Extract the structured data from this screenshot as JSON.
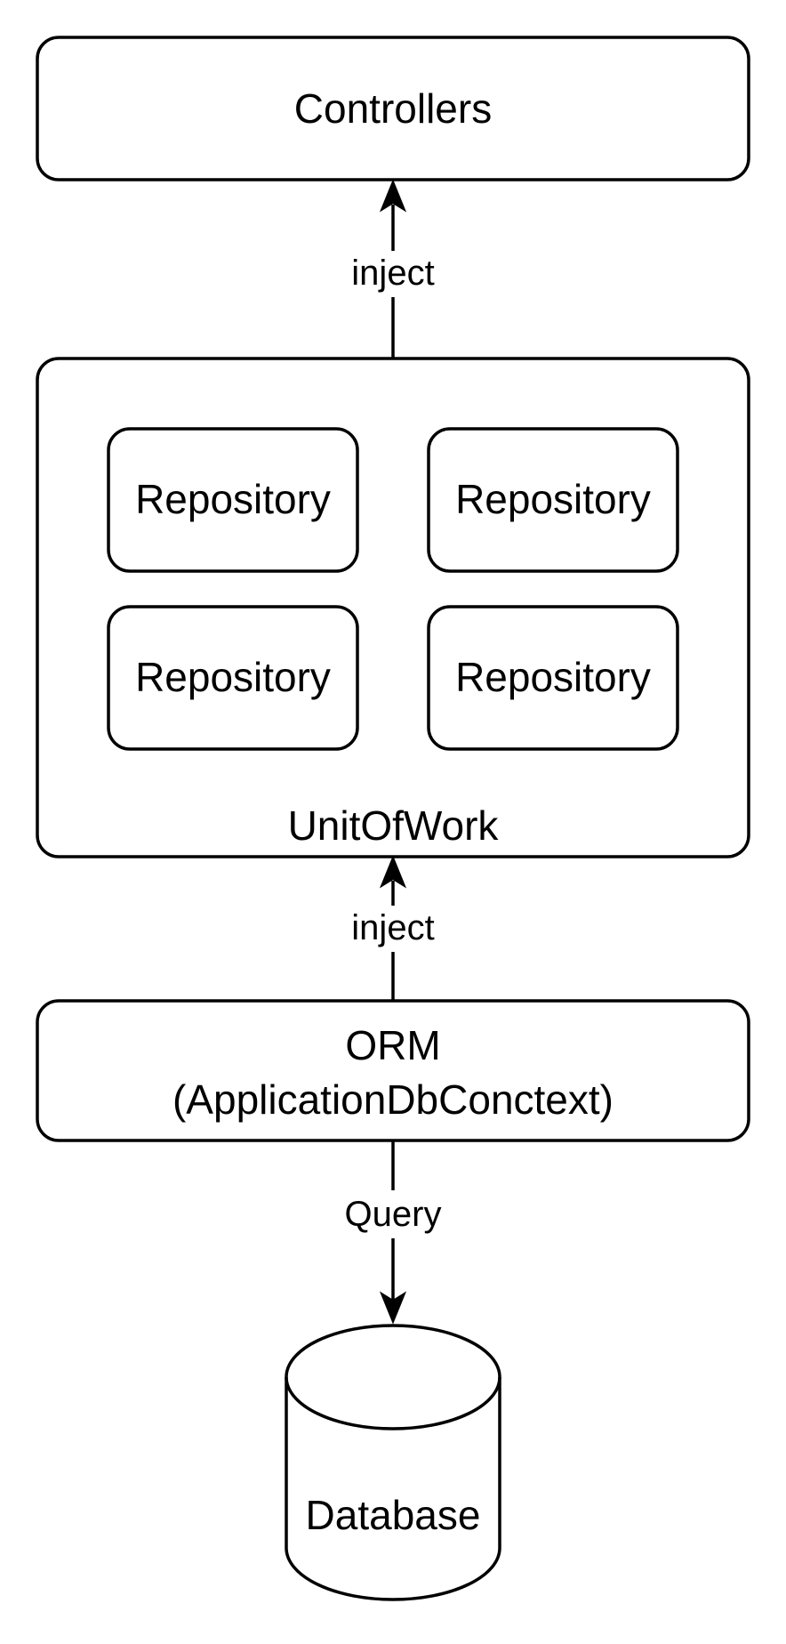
{
  "diagram": {
    "nodes": {
      "controllers": {
        "label": "Controllers"
      },
      "unit_of_work": {
        "label": "UnitOfWork"
      },
      "repositories": [
        {
          "label": "Repository"
        },
        {
          "label": "Repository"
        },
        {
          "label": "Repository"
        },
        {
          "label": "Repository"
        }
      ],
      "orm": {
        "line1": "ORM",
        "line2": "(ApplicationDbConctext)"
      },
      "database": {
        "label": "Database"
      }
    },
    "edges": {
      "uow_to_controllers": {
        "label": "inject"
      },
      "orm_to_uow": {
        "label": "inject"
      },
      "orm_to_database": {
        "label": "Query"
      }
    },
    "colors": {
      "stroke": "#000000",
      "fill": "#ffffff",
      "text": "#000000"
    }
  }
}
